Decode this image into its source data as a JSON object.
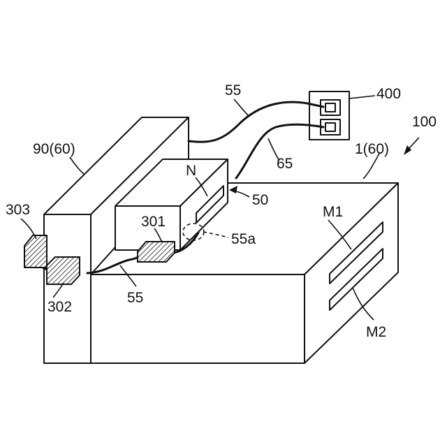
{
  "labels": {
    "system": "100",
    "outlet": "400",
    "cable_upper": "55",
    "cable_lower": "65",
    "tall_unit": "90(60)",
    "main_unit": "1(60)",
    "small_unit": "50",
    "small_unit_side": "N",
    "sensor_301": "301",
    "sensor_302": "302",
    "sensor_303": "303",
    "cable_front": "55",
    "cable_point": "55a",
    "slot_upper": "M1",
    "slot_lower": "M2"
  }
}
